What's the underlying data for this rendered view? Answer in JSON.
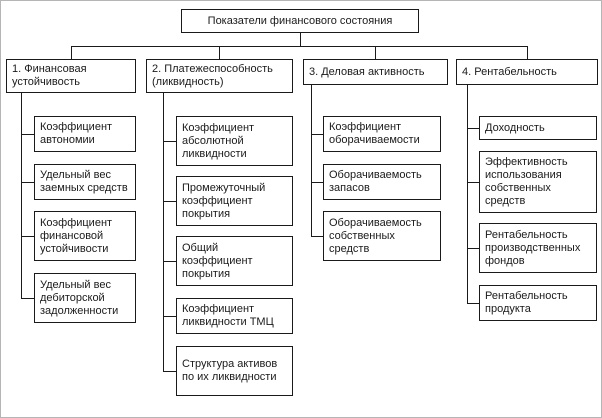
{
  "root": {
    "label": "Показатели финансового состояния"
  },
  "columns": [
    {
      "label": "1. Финансовая устойчивость",
      "items": [
        {
          "label": "Коэффициент автономии"
        },
        {
          "label": "Удельный вес заемных средств"
        },
        {
          "label": "Коэффициент финансовой устойчивости"
        },
        {
          "label": "Удельный вес дебиторской задолженности"
        }
      ]
    },
    {
      "label": "2. Платежеспособность (ликвидность)",
      "items": [
        {
          "label": "Коэффициент абсолютной ликвидности"
        },
        {
          "label": "Промежуточный коэффициент покрытия"
        },
        {
          "label": "Общий коэффициент покрытия"
        },
        {
          "label": "Коэффициент ликвидности ТМЦ"
        },
        {
          "label": "Структура активов по их ликвидности"
        }
      ]
    },
    {
      "label": "3. Деловая активность",
      "items": [
        {
          "label": "Коэффициент оборачиваемости"
        },
        {
          "label": "Оборачиваемость запасов"
        },
        {
          "label": "Оборачиваемость собственных средств"
        }
      ]
    },
    {
      "label": "4. Рентабельность",
      "items": [
        {
          "label": "Доходность"
        },
        {
          "label": "Эффективность использования собственных средств"
        },
        {
          "label": "Рентабельность производственных фондов"
        },
        {
          "label": "Рентабельность продукта"
        }
      ]
    }
  ]
}
